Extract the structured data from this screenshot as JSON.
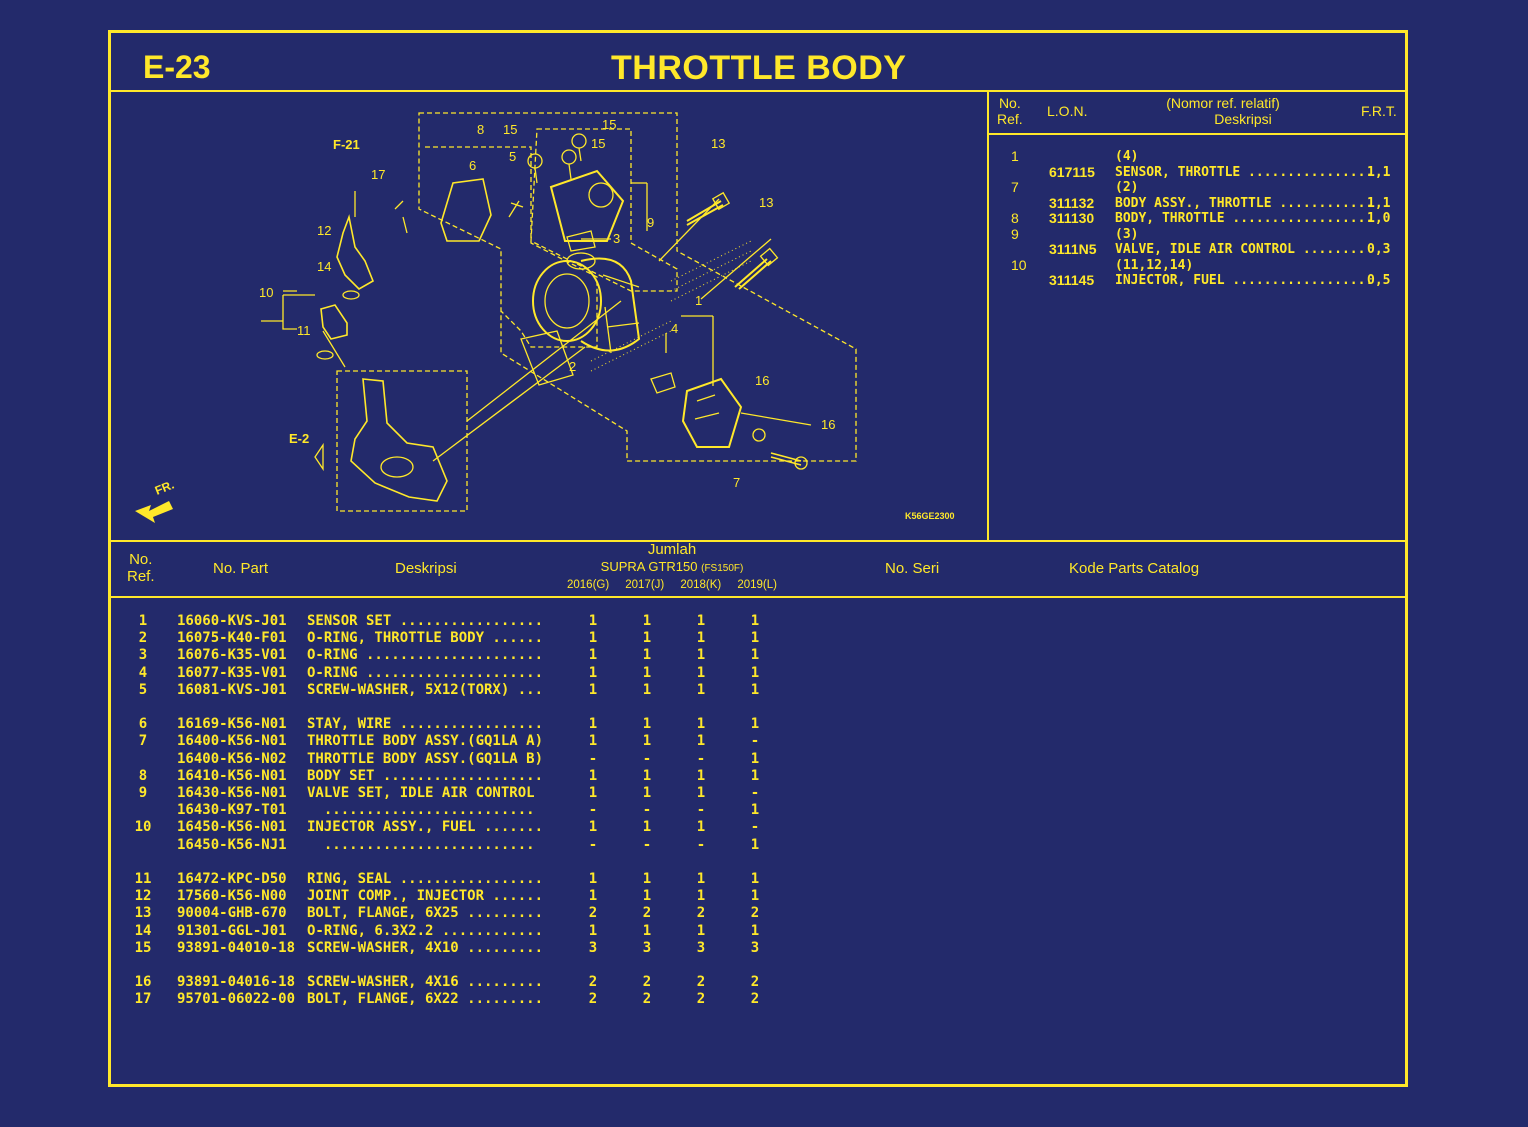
{
  "header": {
    "code": "E-23",
    "title": "THROTTLE BODY"
  },
  "diagram": {
    "callouts": [
      "8",
      "15",
      "15",
      "15",
      "13",
      "13",
      "6",
      "5",
      "9",
      "3",
      "17",
      "F-21",
      "12",
      "14",
      "10",
      "11",
      "1",
      "4",
      "2",
      "16",
      "16",
      "E-2",
      "7"
    ],
    "fr_label": "FR.",
    "ref_code": "K56GE2300"
  },
  "ref_table": {
    "headers": {
      "no_ref_1": "No.",
      "no_ref_2": "Ref.",
      "lon": "L.O.N.",
      "desc_1": "(Nomor ref. relatif)",
      "desc_2": "Deskripsi",
      "frt": "F.R.T."
    },
    "rows": [
      {
        "ref": "1",
        "lon": "",
        "desc": "(4)",
        "frt": ""
      },
      {
        "ref": "",
        "lon": "617115",
        "desc": "SENSOR, THROTTLE ................",
        "frt": "1,1"
      },
      {
        "ref": "7",
        "lon": "",
        "desc": "(2)",
        "frt": ""
      },
      {
        "ref": "",
        "lon": "311132",
        "desc": "BODY ASSY., THROTTLE ............",
        "frt": "1,1"
      },
      {
        "ref": "8",
        "lon": "311130",
        "desc": "BODY, THROTTLE ..................",
        "frt": "1,0"
      },
      {
        "ref": "9",
        "lon": "",
        "desc": "(3)",
        "frt": ""
      },
      {
        "ref": "",
        "lon": "3111N5",
        "desc": "VALVE, IDLE AIR CONTROL ........",
        "frt": "0,3"
      },
      {
        "ref": "10",
        "lon": "",
        "desc": "(11,12,14)",
        "frt": ""
      },
      {
        "ref": "",
        "lon": "311145",
        "desc": "INJECTOR, FUEL ..................",
        "frt": "0,5"
      }
    ]
  },
  "parts_table": {
    "headers": {
      "no_ref_1": "No.",
      "no_ref_2": "Ref.",
      "no_part": "No. Part",
      "desc": "Deskripsi",
      "jumlah": "Jumlah",
      "model": "SUPRA GTR150",
      "model_code": "(FS150F)",
      "years": [
        "2016(G)",
        "2017(J)",
        "2018(K)",
        "2019(L)"
      ],
      "no_seri": "No. Seri",
      "kode": "Kode Parts Catalog"
    },
    "rows": [
      {
        "ref": "1",
        "part": "16060-KVS-J01",
        "desc": "SENSOR SET .................",
        "q": [
          "1",
          "1",
          "1",
          "1"
        ]
      },
      {
        "ref": "2",
        "part": "16075-K40-F01",
        "desc": "O-RING, THROTTLE BODY ......",
        "q": [
          "1",
          "1",
          "1",
          "1"
        ]
      },
      {
        "ref": "3",
        "part": "16076-K35-V01",
        "desc": "O-RING .....................",
        "q": [
          "1",
          "1",
          "1",
          "1"
        ]
      },
      {
        "ref": "4",
        "part": "16077-K35-V01",
        "desc": "O-RING .....................",
        "q": [
          "1",
          "1",
          "1",
          "1"
        ]
      },
      {
        "ref": "5",
        "part": "16081-KVS-J01",
        "desc": "SCREW-WASHER, 5X12(TORX) ...",
        "q": [
          "1",
          "1",
          "1",
          "1"
        ]
      },
      {
        "ref": "",
        "part": "",
        "desc": "",
        "q": [
          "",
          "",
          "",
          ""
        ]
      },
      {
        "ref": "6",
        "part": "16169-K56-N01",
        "desc": "STAY, WIRE .................",
        "q": [
          "1",
          "1",
          "1",
          "1"
        ]
      },
      {
        "ref": "7",
        "part": "16400-K56-N01",
        "desc": "THROTTLE BODY ASSY.(GQ1LA A)",
        "q": [
          "1",
          "1",
          "1",
          "-"
        ]
      },
      {
        "ref": "",
        "part": "16400-K56-N02",
        "desc": "THROTTLE BODY ASSY.(GQ1LA B)",
        "q": [
          "-",
          "-",
          "-",
          "1"
        ]
      },
      {
        "ref": "8",
        "part": "16410-K56-N01",
        "desc": "BODY SET ...................",
        "q": [
          "1",
          "1",
          "1",
          "1"
        ]
      },
      {
        "ref": "9",
        "part": "16430-K56-N01",
        "desc": "VALVE SET, IDLE AIR CONTROL",
        "q": [
          "1",
          "1",
          "1",
          "-"
        ]
      },
      {
        "ref": "",
        "part": "16430-K97-T01",
        "desc": "  .........................",
        "q": [
          "-",
          "-",
          "-",
          "1"
        ]
      },
      {
        "ref": "10",
        "part": "16450-K56-N01",
        "desc": "INJECTOR ASSY., FUEL .......",
        "q": [
          "1",
          "1",
          "1",
          "-"
        ]
      },
      {
        "ref": "",
        "part": "16450-K56-NJ1",
        "desc": "  .........................",
        "q": [
          "-",
          "-",
          "-",
          "1"
        ]
      },
      {
        "ref": "",
        "part": "",
        "desc": "",
        "q": [
          "",
          "",
          "",
          ""
        ]
      },
      {
        "ref": "11",
        "part": "16472-KPC-D50",
        "desc": "RING, SEAL .................",
        "q": [
          "1",
          "1",
          "1",
          "1"
        ]
      },
      {
        "ref": "12",
        "part": "17560-K56-N00",
        "desc": "JOINT COMP., INJECTOR ......",
        "q": [
          "1",
          "1",
          "1",
          "1"
        ]
      },
      {
        "ref": "13",
        "part": "90004-GHB-670",
        "desc": "BOLT, FLANGE, 6X25 .........",
        "q": [
          "2",
          "2",
          "2",
          "2"
        ]
      },
      {
        "ref": "14",
        "part": "91301-GGL-J01",
        "desc": "O-RING, 6.3X2.2 ............",
        "q": [
          "1",
          "1",
          "1",
          "1"
        ]
      },
      {
        "ref": "15",
        "part": "93891-04010-18",
        "desc": "SCREW-WASHER, 4X10 .........",
        "q": [
          "3",
          "3",
          "3",
          "3"
        ]
      },
      {
        "ref": "",
        "part": "",
        "desc": "",
        "q": [
          "",
          "",
          "",
          ""
        ]
      },
      {
        "ref": "16",
        "part": "93891-04016-18",
        "desc": "SCREW-WASHER, 4X16 .........",
        "q": [
          "2",
          "2",
          "2",
          "2"
        ]
      },
      {
        "ref": "17",
        "part": "95701-06022-00",
        "desc": "BOLT, FLANGE, 6X22 .........",
        "q": [
          "2",
          "2",
          "2",
          "2"
        ]
      }
    ]
  },
  "colors": {
    "background": "#232a6b",
    "ink": "#ffe82a"
  }
}
